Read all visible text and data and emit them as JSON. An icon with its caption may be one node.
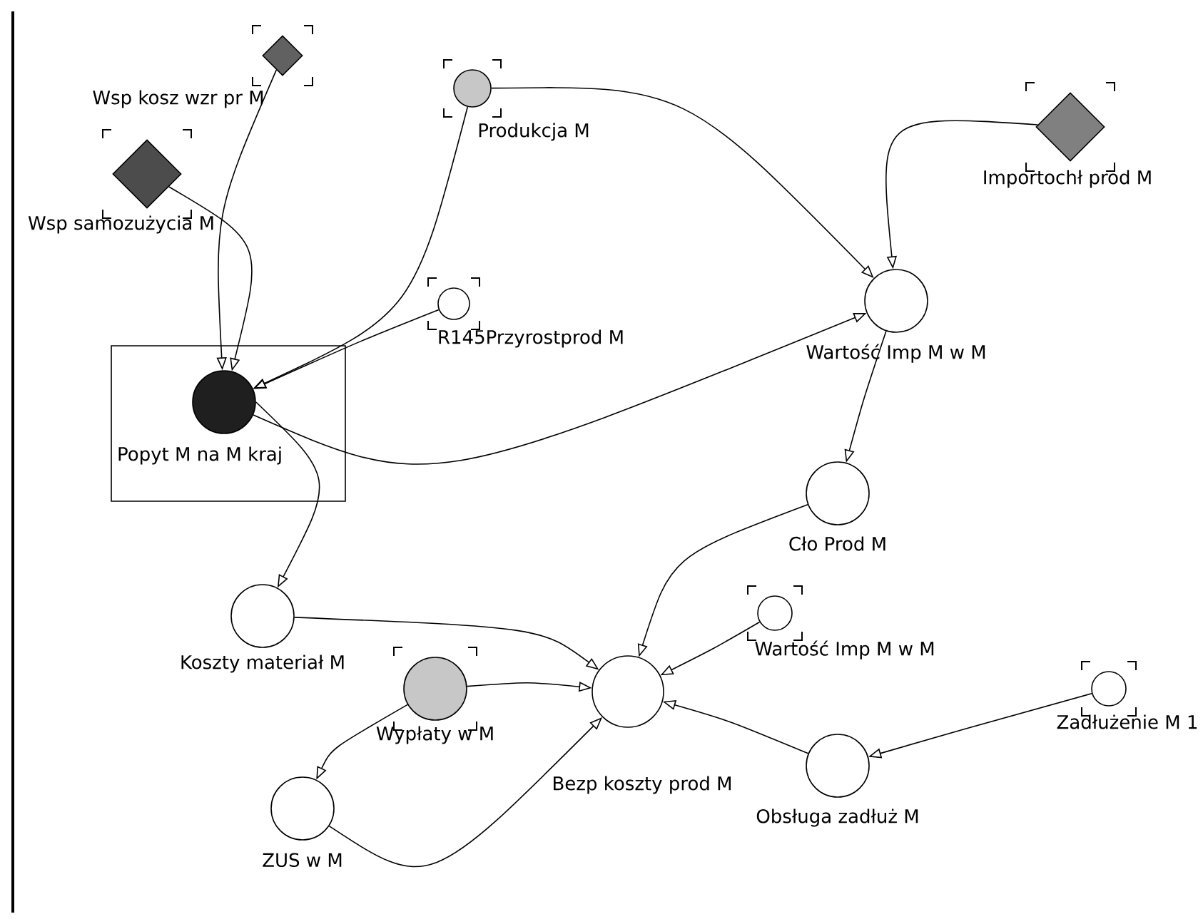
{
  "diagram": {
    "nodes": [
      {
        "text": [],
        "shape": "box"
      },
      {
        "text": [
          "Wsp kosz wzr pr M"
        ]
      },
      {
        "text": [
          "Produkcja M"
        ]
      },
      {
        "text": [
          "Wsp samozużycia M"
        ]
      },
      {
        "text": [
          "Importochł prod M"
        ]
      },
      {
        "text": [
          "R145Przyrostprod M"
        ]
      },
      {
        "text": [
          "Wartość Imp M w M"
        ]
      },
      {
        "text": [
          "Popyt M na M kraj"
        ],
        "in": 0
      },
      {
        "text": [
          "Cło Prod M"
        ]
      },
      {
        "text": [
          "Koszty materiał M"
        ]
      },
      {
        "text": [
          "Wartość Imp M w M"
        ]
      },
      {
        "text": [
          "Zadłużenie M 1"
        ]
      },
      {
        "text": [
          "Wypłaty w M"
        ]
      },
      {
        "text": [
          "Bezp koszty prod M"
        ]
      },
      {
        "text": [
          "Obsługa zadłuż M"
        ]
      },
      {
        "text": [
          "ZUS w M"
        ]
      }
    ],
    "edges": [
      {
        "from": 1,
        "to": 7,
        "arrow": "to"
      },
      {
        "from": 3,
        "to": 7,
        "arrow": "to"
      },
      {
        "from": 2,
        "to": 7,
        "arrow": "to"
      },
      {
        "from": 5,
        "to": 7,
        "arrow": "to"
      },
      {
        "from": 2,
        "to": 6,
        "arrow": "to"
      },
      {
        "from": 7,
        "to": 6,
        "arrow": "to"
      },
      {
        "from": 4,
        "to": 6,
        "arrow": "to"
      },
      {
        "from": 6,
        "to": 8,
        "arrow": "to"
      },
      {
        "from": 7,
        "to": 9,
        "arrow": "to"
      },
      {
        "from": 8,
        "to": 13,
        "arrow": "to"
      },
      {
        "from": 10,
        "to": 13,
        "arrow": "to"
      },
      {
        "from": 9,
        "to": 13,
        "arrow": "to"
      },
      {
        "from": 12,
        "to": 13,
        "arrow": "to"
      },
      {
        "from": 12,
        "to": 15,
        "arrow": "to"
      },
      {
        "from": 15,
        "to": 13,
        "arrow": "to"
      },
      {
        "from": 14,
        "to": 13,
        "arrow": "to"
      },
      {
        "from": 11,
        "to": 14,
        "arrow": "to"
      }
    ]
  }
}
